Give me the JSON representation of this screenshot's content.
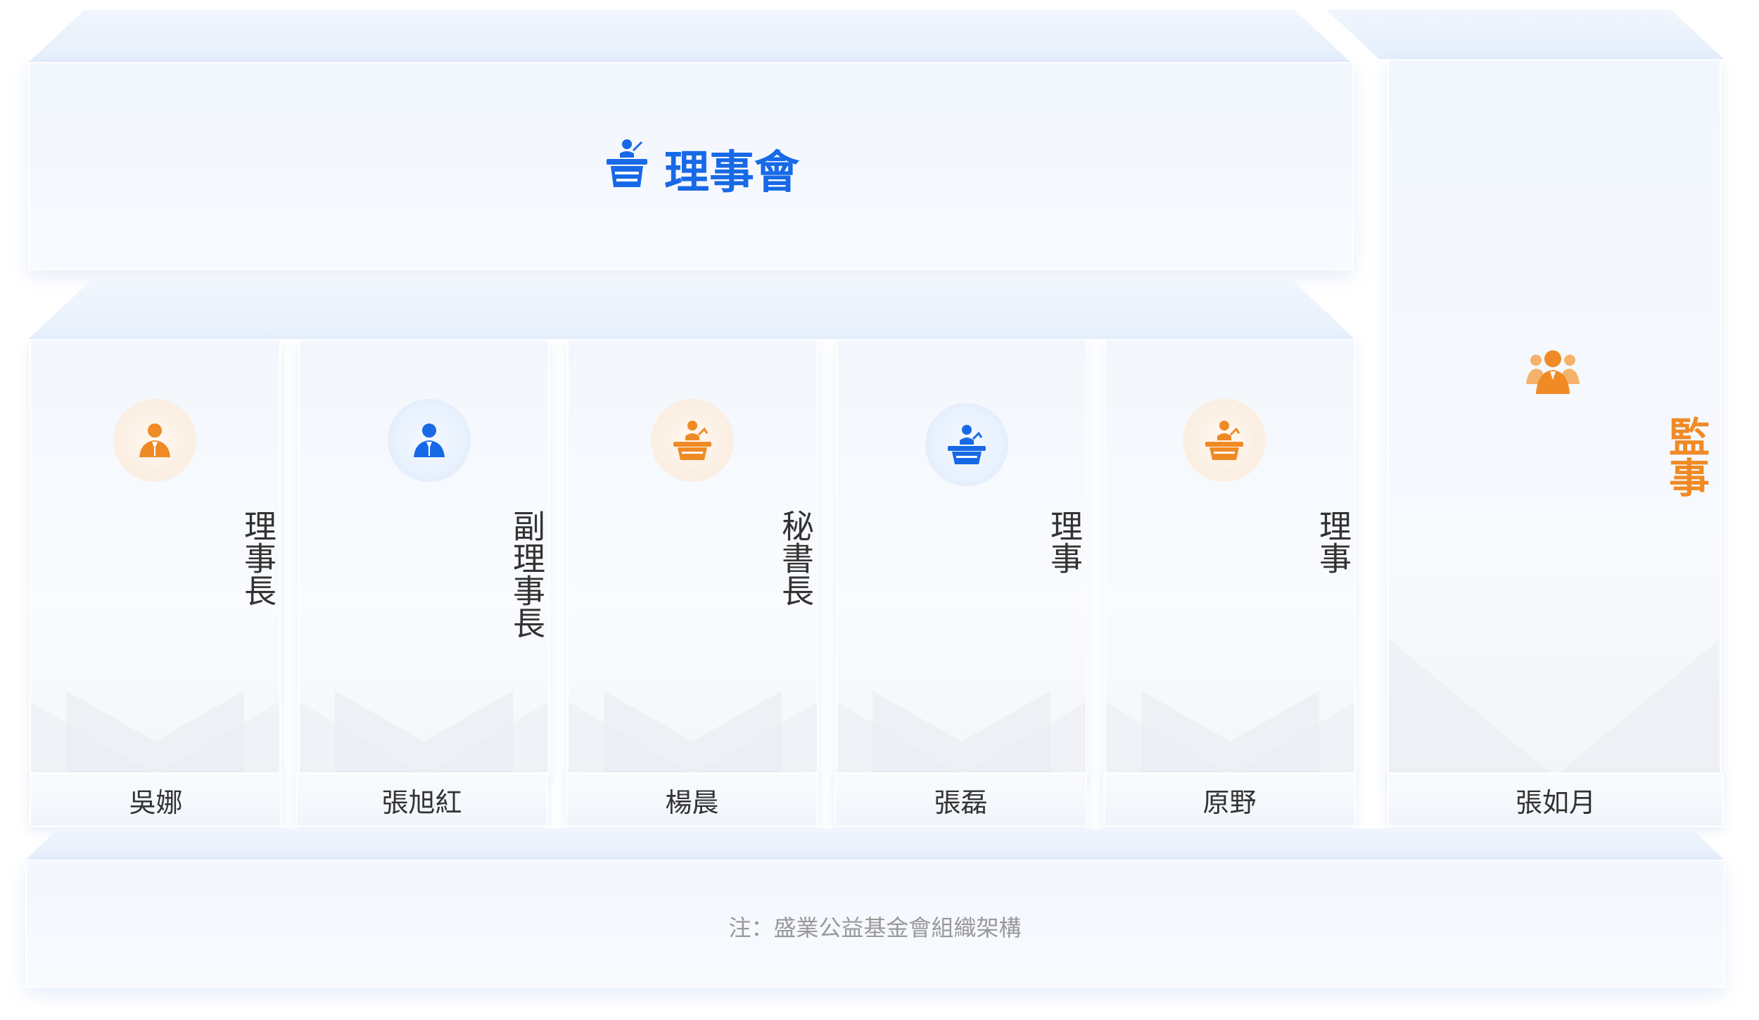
{
  "board": {
    "title": "理事會",
    "icon": "podium-icon",
    "color": "#1769e6"
  },
  "members": [
    {
      "role": "理事長",
      "name": "吳娜",
      "icon": "person-icon",
      "accent": "orange"
    },
    {
      "role": "副理事長",
      "name": "張旭紅",
      "icon": "person-icon",
      "accent": "blue"
    },
    {
      "role": "秘書長",
      "name": "楊晨",
      "icon": "speaker-icon",
      "accent": "orange"
    },
    {
      "role": "理事",
      "name": "張磊",
      "icon": "speaker-icon",
      "accent": "blue"
    },
    {
      "role": "理事",
      "name": "原野",
      "icon": "speaker-icon",
      "accent": "orange"
    }
  ],
  "supervisor": {
    "role": "監事",
    "name": "張如月",
    "icon": "group-icon",
    "color": "#f08a24"
  },
  "footer": {
    "note": "注：盛業公益基金會組織架構"
  },
  "colors": {
    "orange": "#f08a24",
    "blue": "#1769e6",
    "text": "#333333"
  }
}
